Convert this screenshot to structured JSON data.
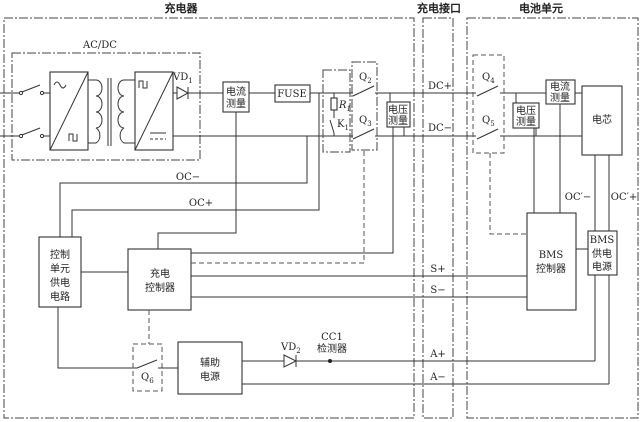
{
  "sections": {
    "charger": "充电器",
    "interface": "充电接口",
    "battery": "电池单元"
  },
  "charger": {
    "acdc_label": "AC/DC",
    "vd1": {
      "main": "VD",
      "sub": "1"
    },
    "current_measure": [
      "电流",
      "测量"
    ],
    "fuse": "FUSE",
    "r1": {
      "main": "R",
      "sub": "1"
    },
    "k1": {
      "main": "K",
      "sub": "1"
    },
    "q2": {
      "main": "Q",
      "sub": "2"
    },
    "q3": {
      "main": "Q",
      "sub": "3"
    },
    "voltage_measure": [
      "电压",
      "测量"
    ],
    "control_power": [
      "控制",
      "单元",
      "供电",
      "电路"
    ],
    "charge_controller": [
      "充电",
      "控制器"
    ],
    "aux_power": [
      "辅助",
      "电源"
    ],
    "q6": {
      "main": "Q",
      "sub": "6"
    },
    "vd2": {
      "main": "VD",
      "sub": "2"
    },
    "cc1_detector": [
      "CC1",
      "检测器"
    ],
    "oc_minus": "OC−",
    "oc_plus": "OC+"
  },
  "interface": {
    "dc_plus": "DC+",
    "dc_minus": "DC−",
    "s_plus": "S+",
    "s_minus": "S−",
    "a_plus": "A+",
    "a_minus": "A−"
  },
  "battery": {
    "q4": {
      "main": "Q",
      "sub": "4"
    },
    "q5": {
      "main": "Q",
      "sub": "5"
    },
    "voltage_measure": [
      "电压",
      "测量"
    ],
    "current_measure": [
      "电流",
      "测量"
    ],
    "cell": "电芯",
    "bms_controller": [
      "BMS",
      "控制器"
    ],
    "bms_power": [
      "BMS",
      "供电",
      "电源"
    ],
    "oc_prime_minus": "OC′−",
    "oc_prime_plus": "OC′+"
  }
}
